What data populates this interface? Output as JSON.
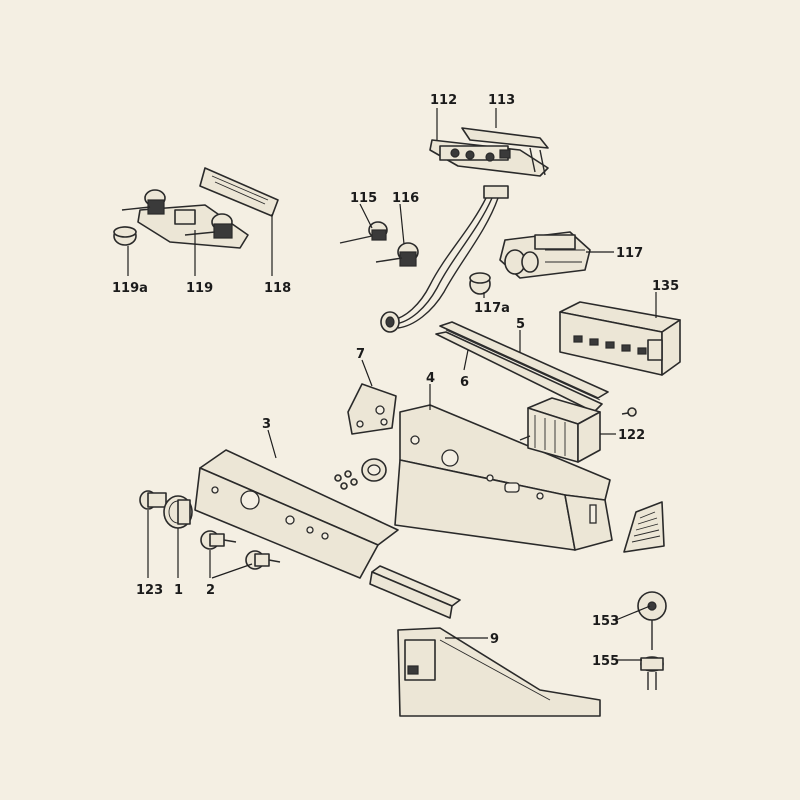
{
  "callouts": {
    "c112": "112",
    "c113": "113",
    "c115": "115",
    "c116": "116",
    "c117": "117",
    "c117a": "117a",
    "c118": "118",
    "c119": "119",
    "c119a": "119a",
    "c135": "135",
    "c5": "5",
    "c6": "6",
    "c7": "7",
    "c4": "4",
    "c122": "122",
    "c3": "3",
    "c123": "123",
    "c1": "1",
    "c2": "2",
    "c9": "9",
    "c153": "153",
    "c155": "155"
  }
}
